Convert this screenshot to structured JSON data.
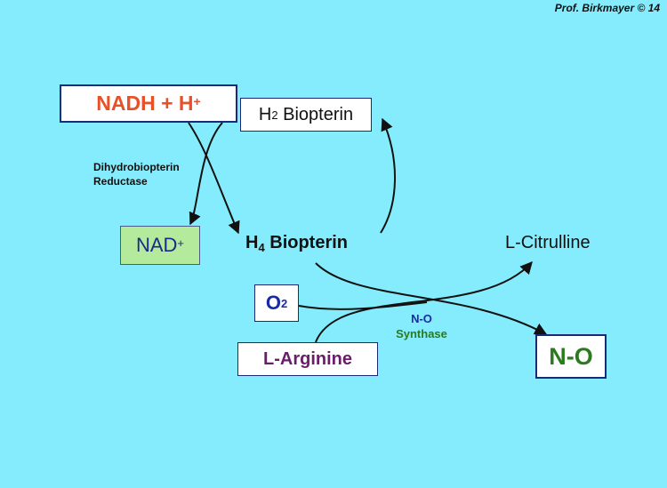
{
  "credit": "Prof. Birkmayer © 14",
  "nodes": {
    "nadh": {
      "text": "NADH + H",
      "sup": "+"
    },
    "h2_biopterin": {
      "prefix": "H",
      "sub": "2",
      "name": " Biopterin"
    },
    "nad": {
      "text": "NAD",
      "sup": "+"
    },
    "h4_biopterin": {
      "prefix": "H",
      "sub": "4",
      "name": " Biopterin"
    },
    "l_citrulline": "L-Citrulline",
    "o2": {
      "text": "O",
      "sub": "2"
    },
    "l_arginine": "L-Arginine",
    "no": "N-O"
  },
  "enzymes": {
    "reductase": [
      "Dihydrobiopterin",
      "Reductase"
    ],
    "synthase": [
      "N-O",
      "Synthase"
    ]
  },
  "colors": {
    "background": "#84ECFC",
    "nadh_text": "#E8502A",
    "nad_fill": "#B4EA9C",
    "arginine_text": "#6A1E6A",
    "no_text": "#2A7A1E",
    "blue_text": "#1a2aa8"
  }
}
